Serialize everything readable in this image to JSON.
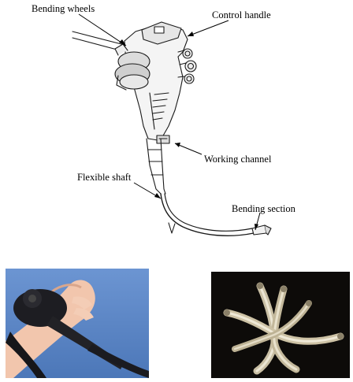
{
  "labels": {
    "bending_wheels": "Bending wheels",
    "control_handle": "Control handle",
    "working_channel": "Working channel",
    "flexible_shaft": "Flexible shaft",
    "bending_section": "Bending section"
  },
  "colors": {
    "line": "#1a1a1a",
    "photo_left_bg": "#5b86c6",
    "photo_right_bg": "#0d0b09"
  }
}
